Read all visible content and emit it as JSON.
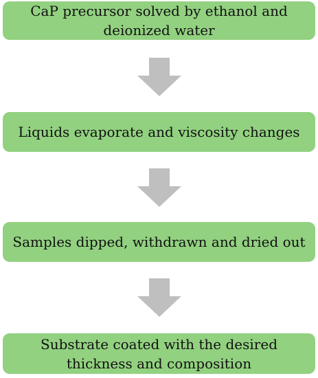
{
  "steps": [
    {
      "label": "CaP precursor solved by ethanol and deionized water"
    },
    {
      "label": "Liquids evaporate and viscosity changes"
    },
    {
      "label": "Samples dipped, withdrawn and dried out"
    },
    {
      "label": "Substrate coated with the desired thickness and composition"
    }
  ],
  "arrows": [
    {
      "icon": "arrow-down-icon"
    },
    {
      "icon": "arrow-down-icon"
    },
    {
      "icon": "arrow-down-icon"
    }
  ],
  "colors": {
    "box_fill": "#92d180",
    "arrow_fill": "#bfbfbf",
    "text": "#111111"
  }
}
